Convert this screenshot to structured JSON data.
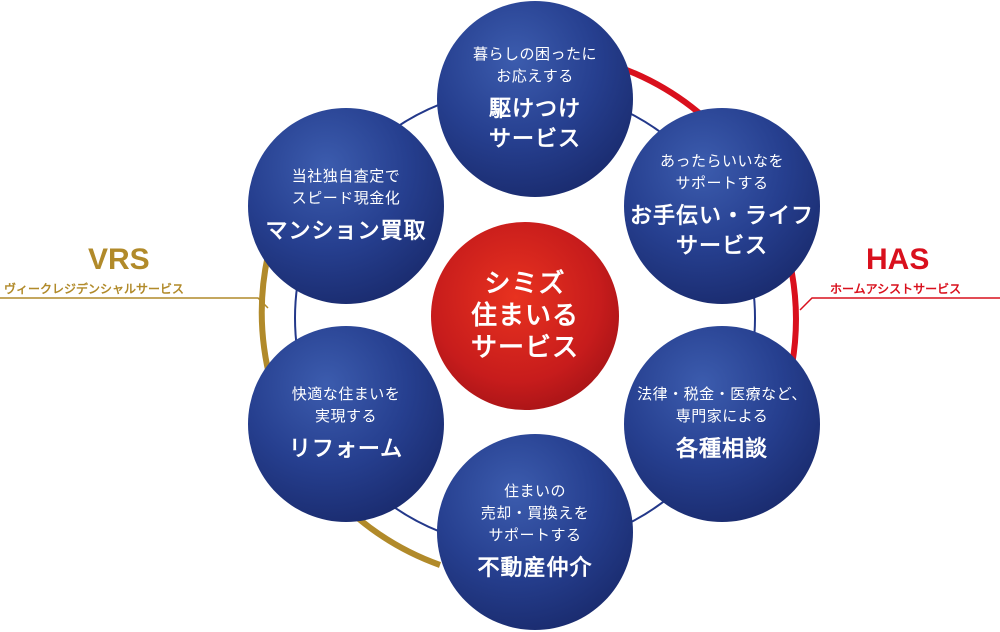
{
  "colors": {
    "vrs": "#b18a2a",
    "has": "#d9101d",
    "ring": "#23388a"
  },
  "center": {
    "label": "シミズ\n住まいる\nサービス"
  },
  "vrs": {
    "title": "VRS",
    "subtitle": "ヴィークレジデンシャルサービス"
  },
  "has": {
    "title": "HAS",
    "subtitle": "ホームアシストサービス"
  },
  "nodes": {
    "top": {
      "sub": "暮らしの困ったに\nお応えする",
      "main": "駆けつけ\nサービス"
    },
    "upper_right": {
      "sub": "あったらいいなを\nサポートする",
      "main": "お手伝い・ライフ\nサービス"
    },
    "lower_right": {
      "sub": "法律・税金・医療など、\n専門家による",
      "main": "各種相談"
    },
    "bottom": {
      "sub": "住まいの\n売却・買換えを\nサポートする",
      "main": "不動産仲介"
    },
    "lower_left": {
      "sub": "快適な住まいを\n実現する",
      "main": "リフォーム"
    },
    "upper_left": {
      "sub": "当社独自査定で\nスピード現金化",
      "main": "マンション買取"
    }
  }
}
